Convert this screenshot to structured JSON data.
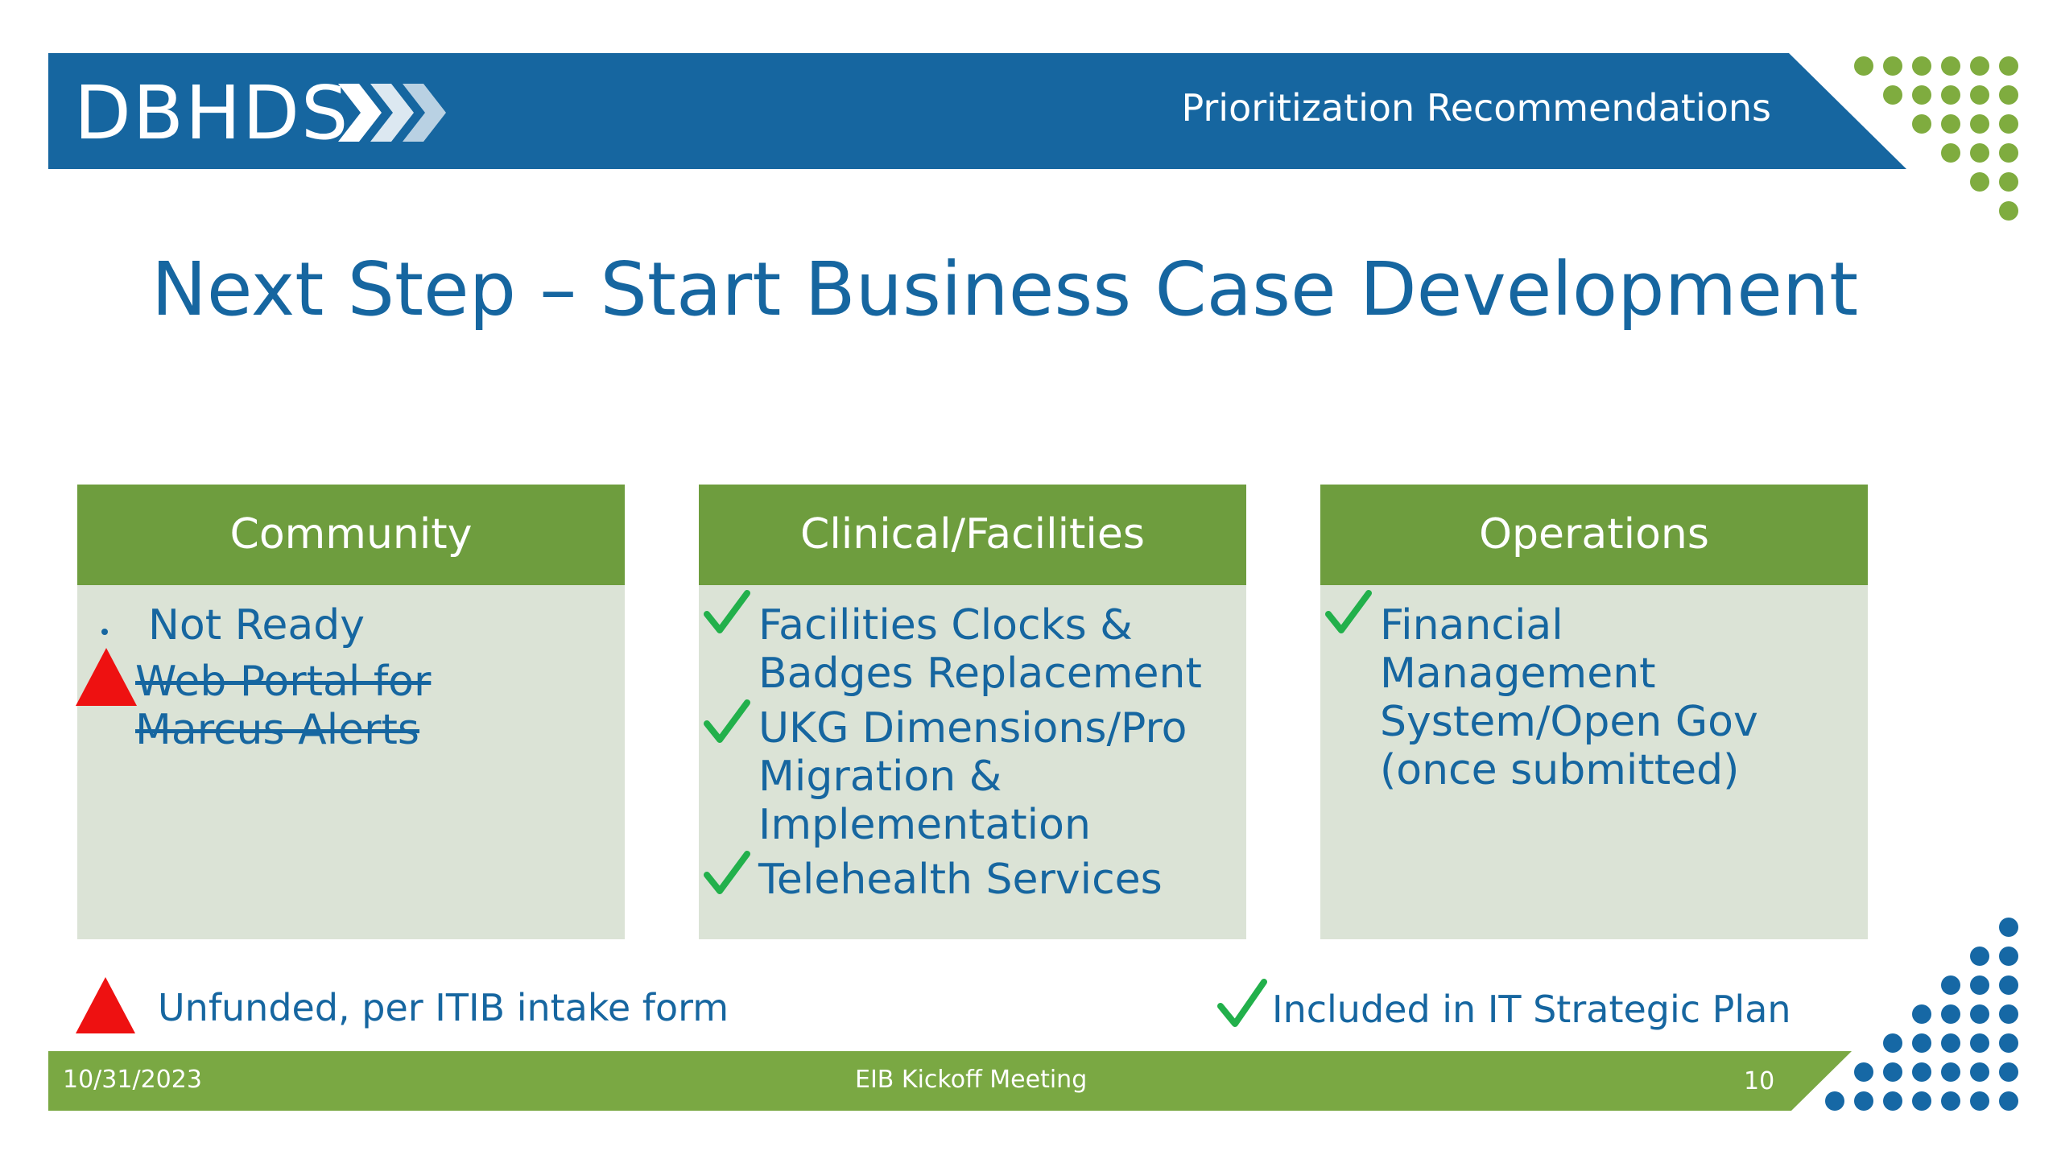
{
  "header": {
    "logo": "DBHDS",
    "title": "Prioritization Recommendations"
  },
  "slide": {
    "title": "Next Step – Start Business Case Development"
  },
  "columns": [
    {
      "heading": "Community",
      "items": [
        {
          "text": "Not Ready",
          "marker": "bullet"
        },
        {
          "lines": [
            "Web Portal for",
            "Marcus Alerts"
          ],
          "marker": "warning-triangle",
          "struck": true
        }
      ]
    },
    {
      "heading": "Clinical/Facilities",
      "items": [
        {
          "lines": [
            "Facilities Clocks &",
            "Badges Replacement"
          ],
          "marker": "check"
        },
        {
          "lines": [
            "UKG Dimensions/Pro",
            "Migration &",
            "Implementation"
          ],
          "marker": "check"
        },
        {
          "lines": [
            "Telehealth Services"
          ],
          "marker": "check"
        }
      ]
    },
    {
      "heading": "Operations",
      "items": [
        {
          "lines": [
            "Financial",
            "Management",
            "System/Open Gov",
            "(once submitted)"
          ],
          "marker": "check"
        }
      ]
    }
  ],
  "legend": {
    "unfunded": "Unfunded, per ITIB intake form",
    "included": "Included in IT Strategic Plan"
  },
  "footer": {
    "date": "10/31/2023",
    "event": "EIB Kickoff Meeting",
    "page": "10"
  },
  "colors": {
    "blue": "#1666a0",
    "green": "#6e9d3e",
    "footer_green": "#7aa843",
    "dot_green": "#7fac3f",
    "dot_blue": "#1668a5",
    "check_green": "#22b04b",
    "warning_red": "#ee1111",
    "panel_bg": "#dbe3d6"
  }
}
